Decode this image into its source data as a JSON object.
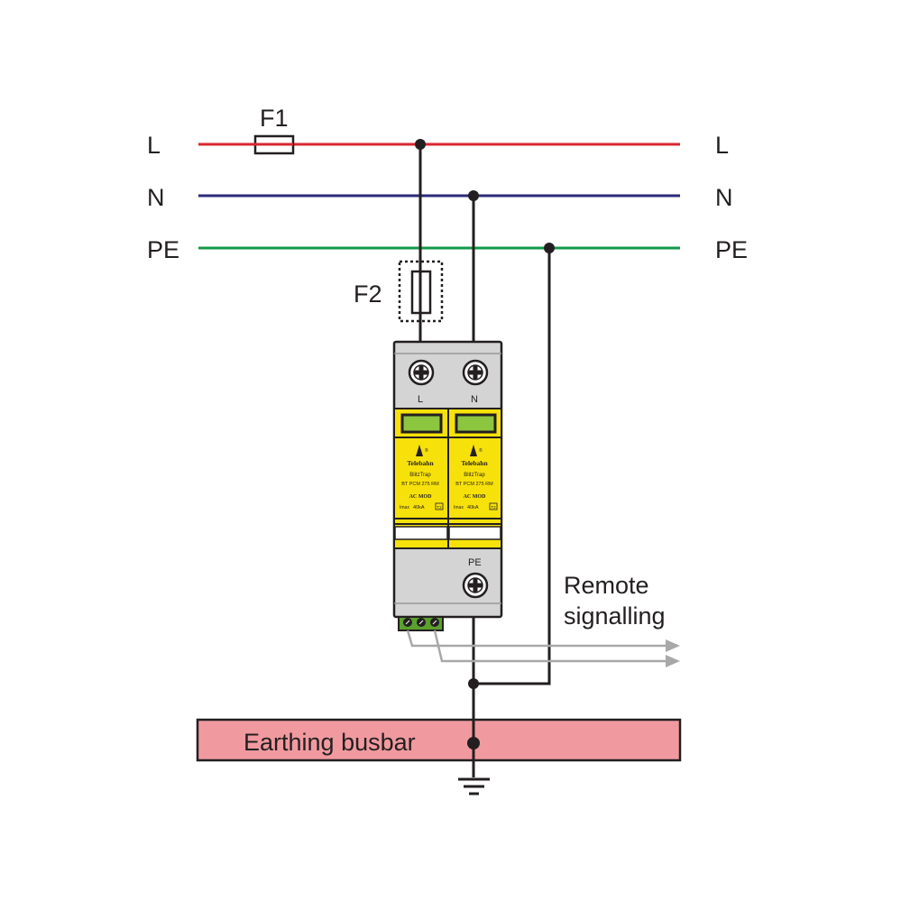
{
  "lines": {
    "left_labels": [
      "L",
      "N",
      "PE"
    ],
    "right_labels": [
      "L",
      "N",
      "PE"
    ],
    "colors": {
      "L": "#d9262f",
      "N": "#2b2a7a",
      "PE": "#10994a"
    }
  },
  "fuses": {
    "f1": "F1",
    "f2": "F2"
  },
  "device": {
    "terminal_top_labels": [
      "L",
      "N"
    ],
    "terminal_bottom_label": "PE",
    "modules": [
      {
        "brand": "Telebahn",
        "registered": "®",
        "product": "BlitzTrap",
        "model": "BT PCM 275 RM",
        "type": "AC MOD",
        "imax_label": "Imax",
        "imax_value": "40kA",
        "class_badge": "T2"
      },
      {
        "brand": "Telebahn",
        "registered": "®",
        "product": "BlitzTrap",
        "model": "BT PCM 275 RM",
        "type": "AC MOD",
        "imax_label": "Imax",
        "imax_value": "40kA",
        "class_badge": "T2"
      }
    ],
    "colors": {
      "housing": "#d4d4d4",
      "module": "#f7e10a",
      "indicator": "#8cc63f",
      "connector": "#5aa02c"
    }
  },
  "remote_signalling": {
    "line1": "Remote",
    "line2": "signalling"
  },
  "busbar": {
    "label": "Earthing busbar",
    "color": "#f09aa0"
  },
  "icons": {
    "ground": "ground-symbol-icon",
    "screw": "screw-terminal-icon",
    "arrow": "arrow-right-icon"
  }
}
